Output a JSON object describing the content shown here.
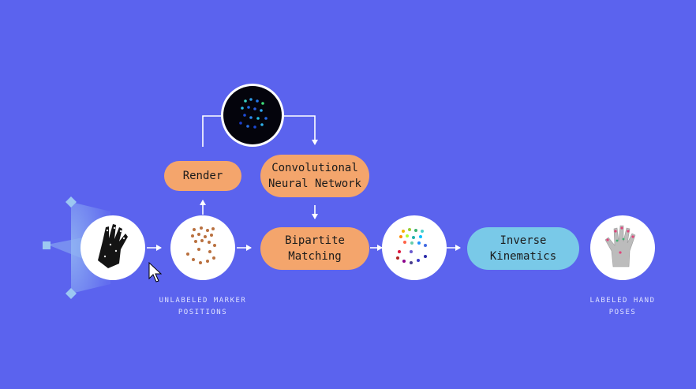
{
  "colors": {
    "background": "#5b63ee",
    "orange_pill": "#f4a56c",
    "blue_pill": "#79c9e8",
    "connector": "#ffffff",
    "sensor_beam": "#8fb4f3"
  },
  "nodes": {
    "render": "Render",
    "cnn": "Convolutional\nNeural Network",
    "bipartite": "Bipartite\nMatching",
    "ik": "Inverse\nKinematics"
  },
  "captions": {
    "unlabeled": "UNLABELED MARKER\nPOSITIONS",
    "labeled": "LABELED HAND\nPOSES"
  },
  "icons": {
    "glove": "glove-photo-icon",
    "unlabeled_markers": "marker-dots-icon",
    "rendered_image": "rendered-markers-icon",
    "labeled_markers": "colored-marker-dots-icon",
    "hand_pose": "hand-skeleton-icon",
    "sensors": "motion-capture-sensor-icon",
    "cursor": "mouse-cursor-icon"
  }
}
